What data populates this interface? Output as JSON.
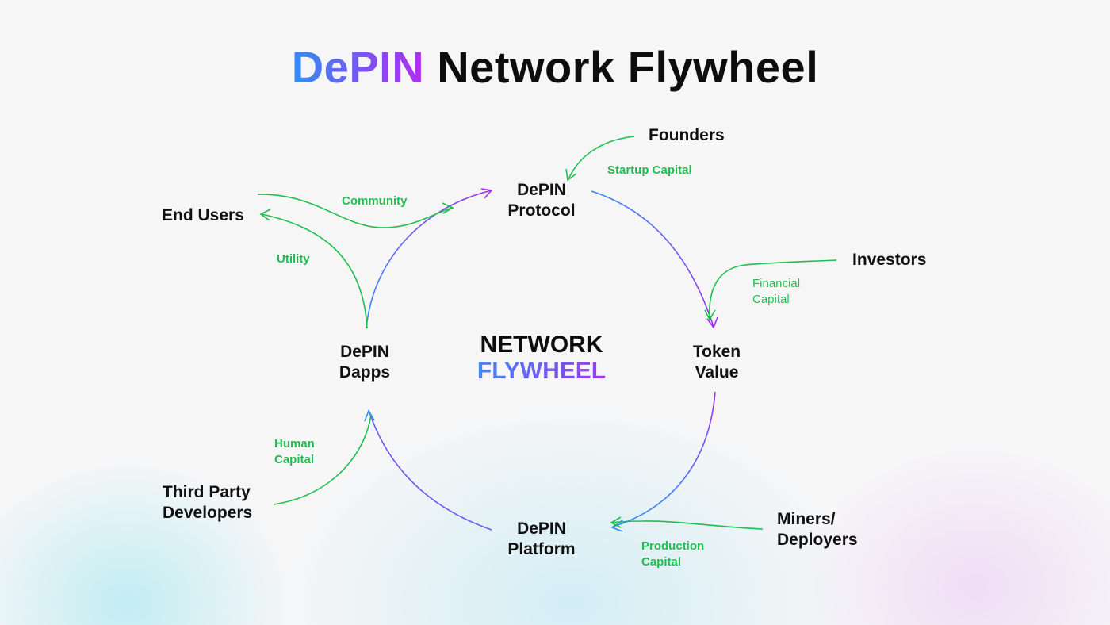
{
  "title": {
    "highlight": "DePIN",
    "rest": "Network Flywheel"
  },
  "center": {
    "line1": "NETWORK",
    "line2": "FLYWHEEL"
  },
  "nodes": {
    "protocol": [
      "DePIN",
      "Protocol"
    ],
    "token": [
      "Token",
      "Value"
    ],
    "platform": [
      "DePIN",
      "Platform"
    ],
    "dapps": [
      "DePIN",
      "Dapps"
    ],
    "founders": "Founders",
    "investors": "Investors",
    "miners": [
      "Miners/",
      "Deployers"
    ],
    "developers": [
      "Third Party",
      "Developers"
    ],
    "end_users": "End Users"
  },
  "flows": {
    "startup_capital": "Startup Capital",
    "financial_capital": [
      "Financial",
      "Capital"
    ],
    "production_capital": [
      "Production",
      "Capital"
    ],
    "human_capital": [
      "Human",
      "Capital"
    ],
    "community": "Community",
    "utility": "Utility"
  },
  "colors": {
    "input_arrow": "#1fbf4f",
    "cycle_start": "#2f8ff5",
    "cycle_end": "#a12df0"
  }
}
